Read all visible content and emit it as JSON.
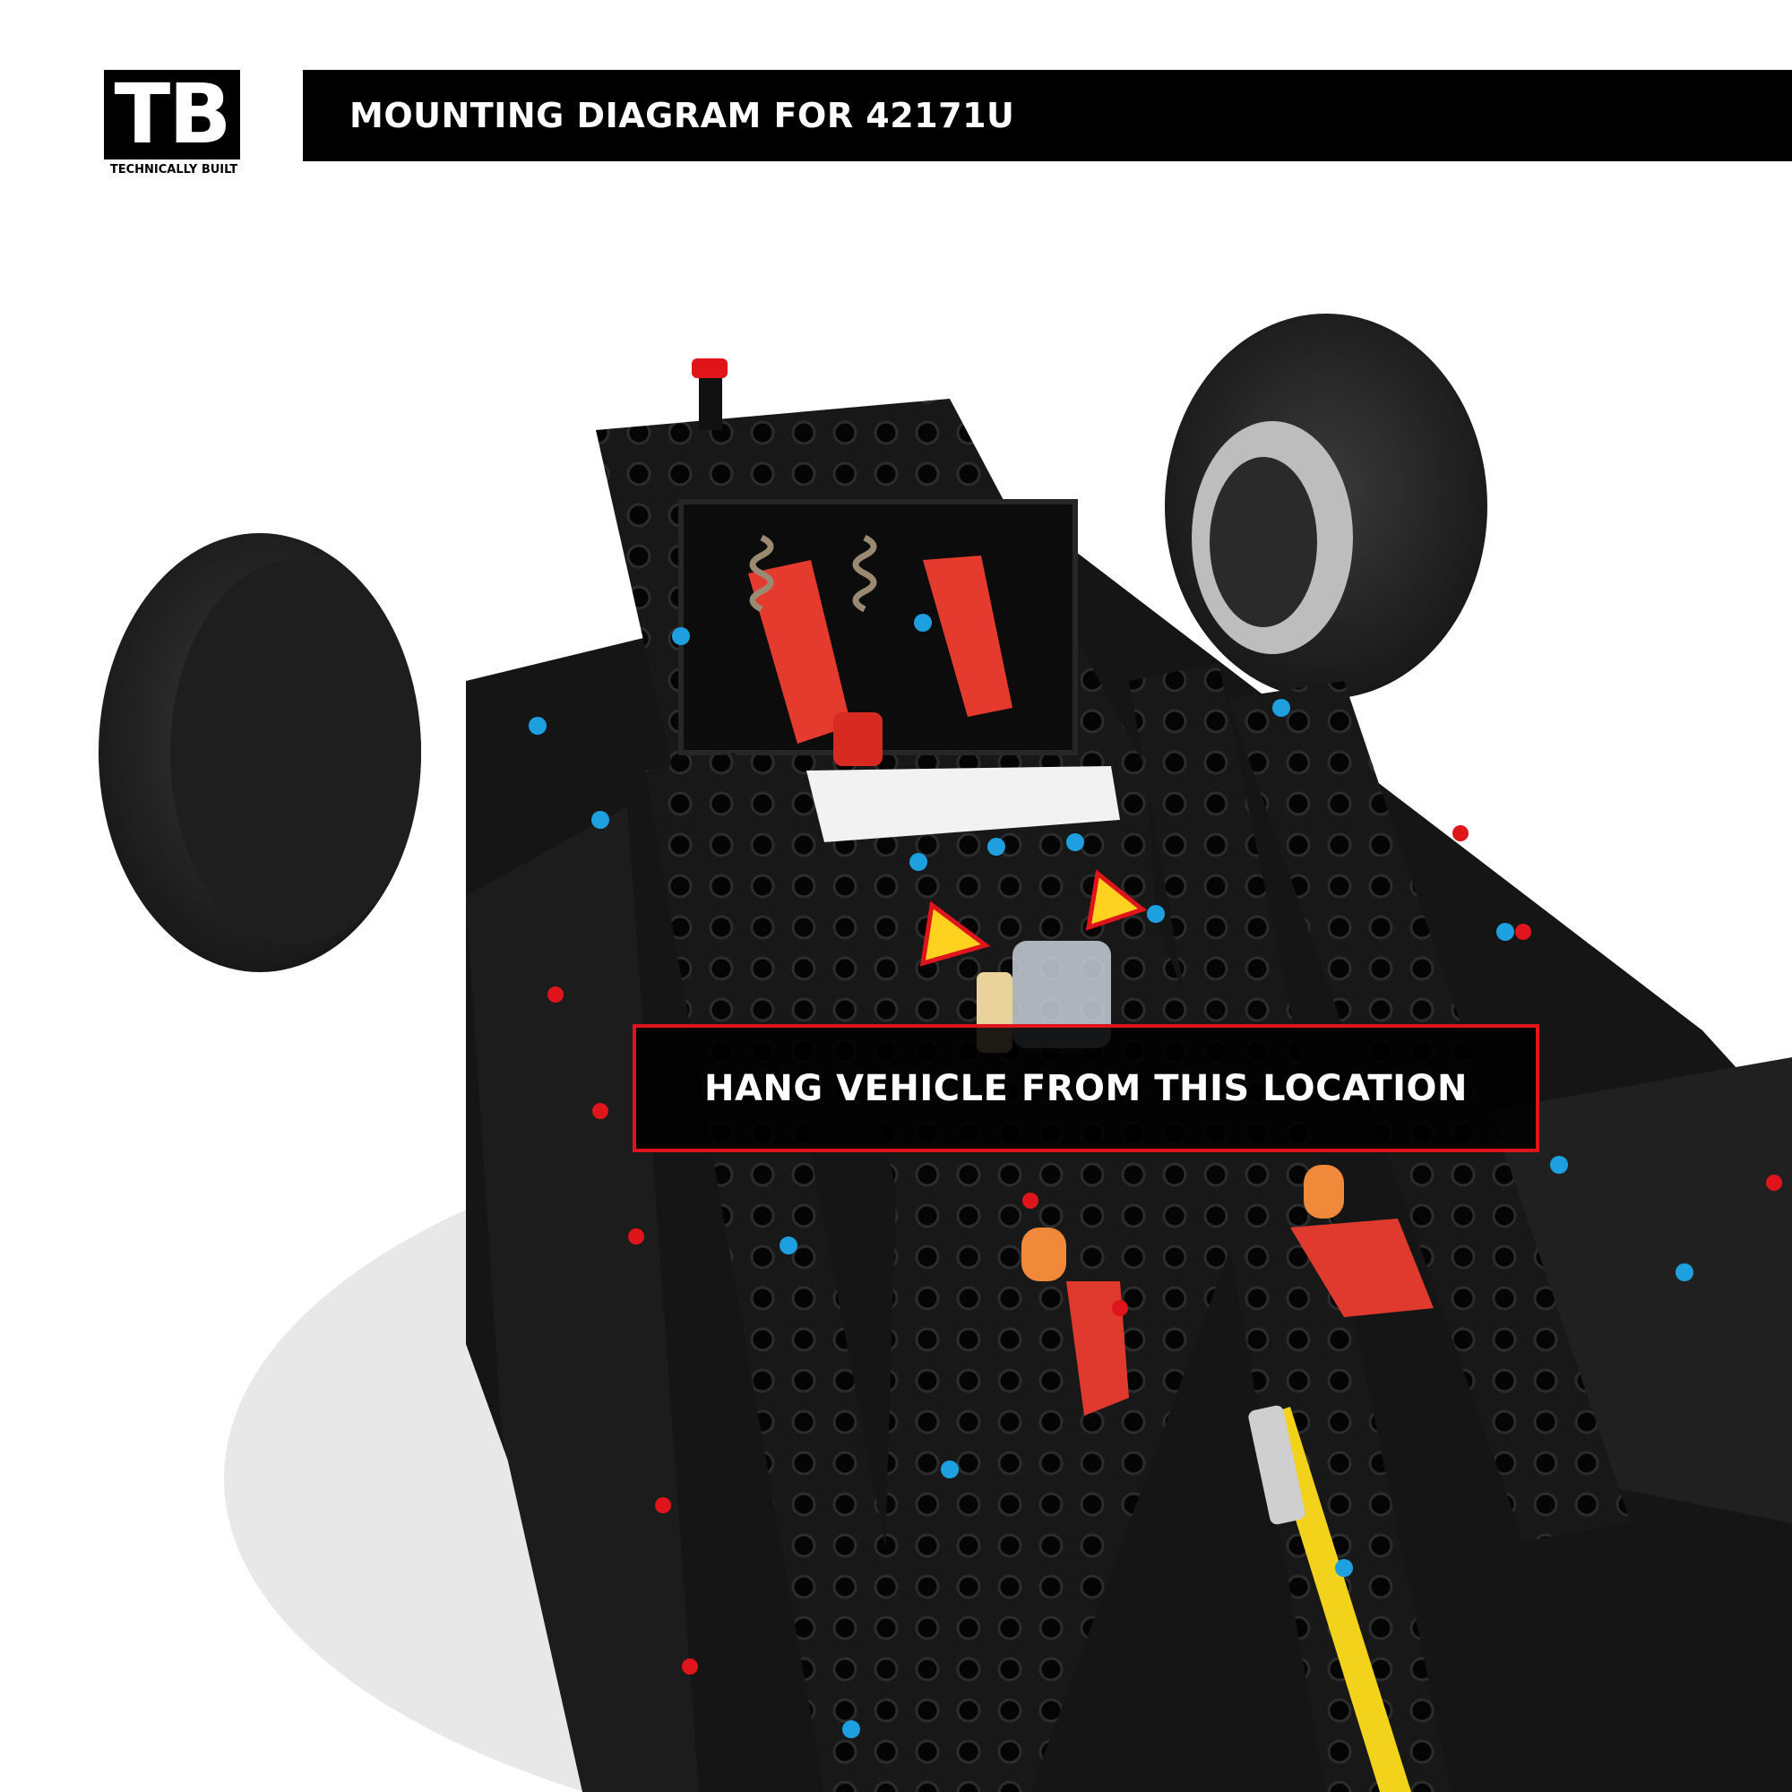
{
  "logo": {
    "letters": "TB",
    "subtitle": "TECHNICALLY BUILT"
  },
  "header": {
    "title": "MOUNTING DIAGRAM FOR 42171U"
  },
  "callout": {
    "text": "HANG VEHICLE FROM THIS LOCATION",
    "border_color": "#e0141b"
  },
  "colors": {
    "frame": "#111111",
    "accent_red": "#e0141b",
    "pin_blue": "#1ea0e0",
    "arrow_yellow": "#ffd21f"
  }
}
